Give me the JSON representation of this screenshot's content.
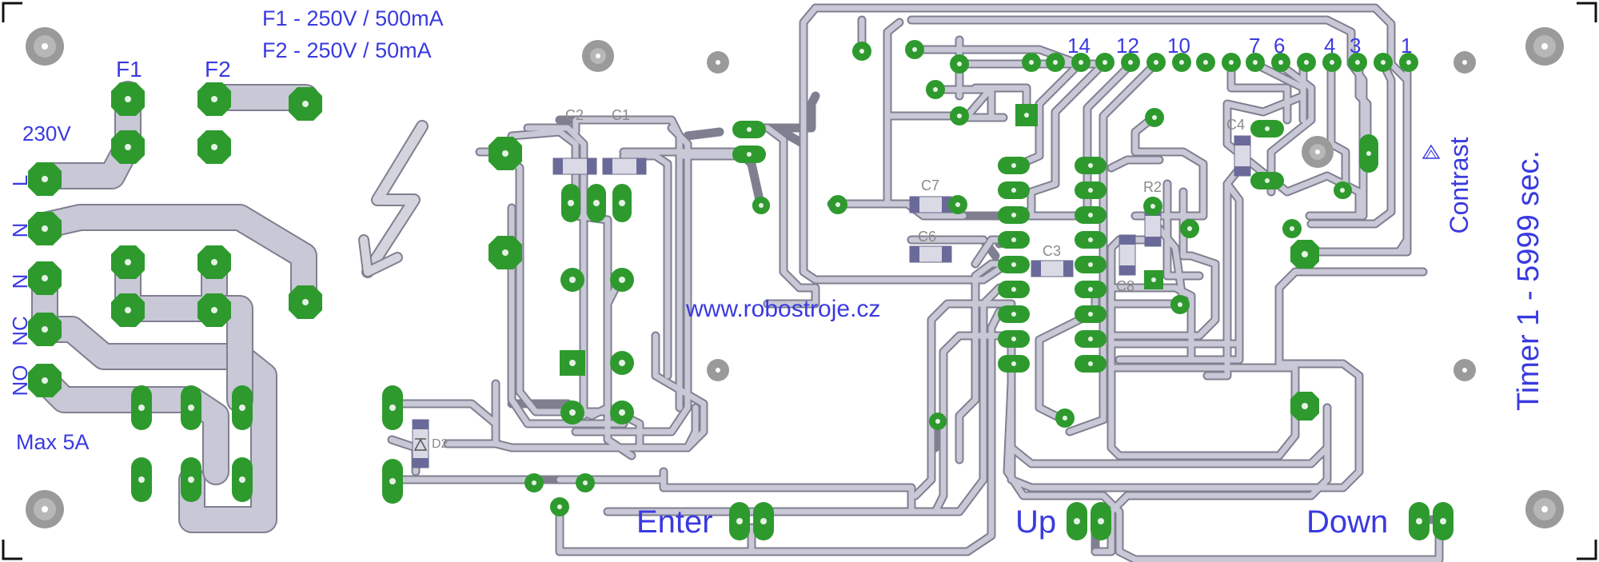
{
  "board": {
    "fuse_lines": [
      "F1 - 250V / 500mA",
      "F2 - 250V / 50mA"
    ],
    "fuse_labels": [
      "F1",
      "F2"
    ],
    "voltage": "230V",
    "terminals": [
      "L",
      "N",
      "N",
      "NC",
      "NO"
    ],
    "max_current": "Max 5A",
    "components": {
      "c1": "C1",
      "c2": "C2",
      "c3": "C3",
      "c4": "C4",
      "c6": "C6",
      "c7": "C7",
      "c8": "C8",
      "r2": "R2",
      "d2": "D2"
    },
    "pins": [
      "14",
      "12",
      "10",
      "7",
      "6",
      "4",
      "3",
      "1"
    ],
    "website": "www.robostroje.cz",
    "buttons": {
      "enter": "Enter",
      "up": "Up",
      "down": "Down"
    },
    "contrast": "Contrast",
    "title": "Timer 1 - 5999 sec."
  },
  "colors": {
    "text": "#3a3ae0",
    "pad": "#2e9a2e",
    "trace": "#c8c8d6",
    "hole": "#9a9a9a"
  }
}
